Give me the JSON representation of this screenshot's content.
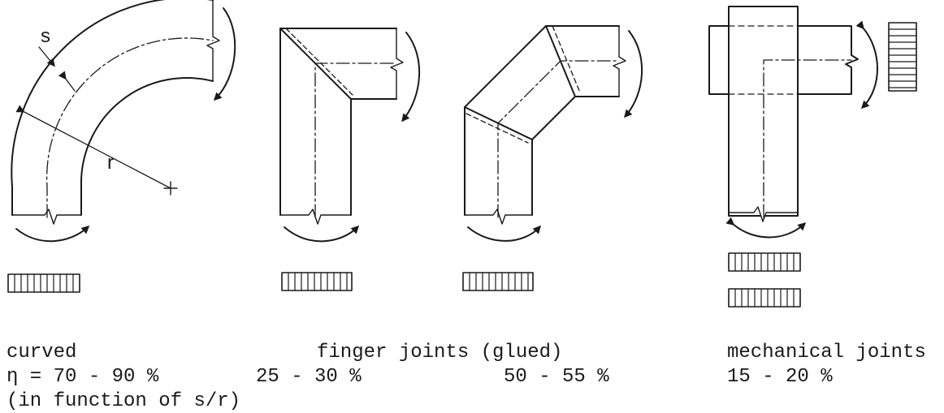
{
  "figure": {
    "labels": {
      "s": "s",
      "r": "r"
    },
    "captions": {
      "curved": "curved",
      "curved_eta": "η = 70 - 90 %",
      "curved_note": "(in function of s/r)",
      "finger_title": "finger joints (glued)",
      "finger_a": "25 - 30 %",
      "finger_b": "50 - 55 %",
      "mechanical_title": "mechanical joints",
      "mechanical": "15 - 20 %"
    }
  }
}
